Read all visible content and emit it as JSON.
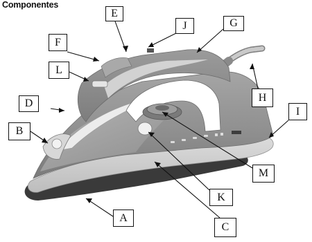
{
  "title": "Componentes",
  "callouts": {
    "A": "A",
    "B": "B",
    "C": "C",
    "D": "D",
    "E": "E",
    "F": "F",
    "G": "G",
    "H": "H",
    "I": "I",
    "J": "J",
    "K": "K",
    "L": "L",
    "M": "M"
  }
}
